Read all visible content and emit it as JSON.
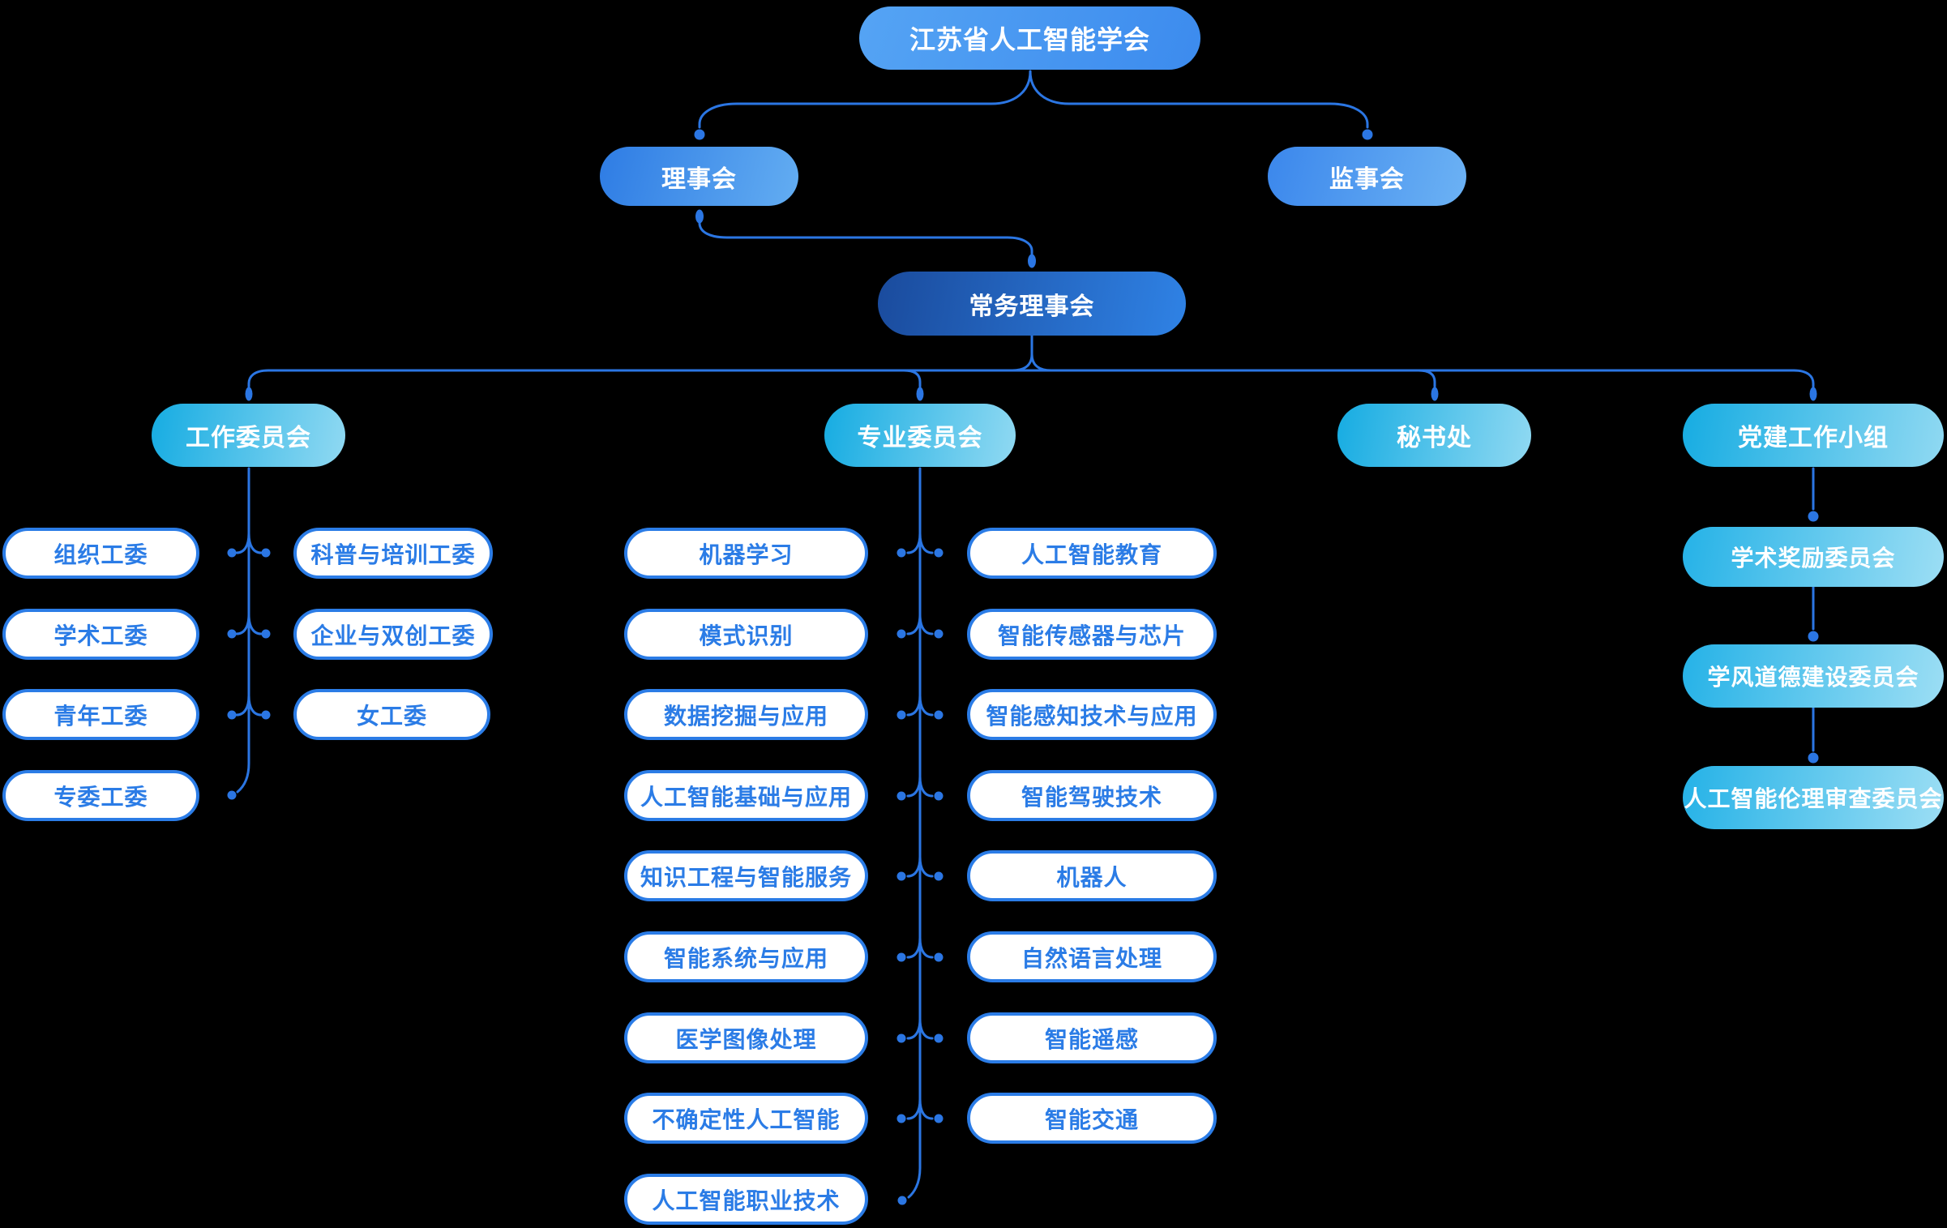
{
  "background": "#000000",
  "nodes": {
    "root": "江苏省人工智能学会",
    "board": "理事会",
    "supervisory_board": "监事会",
    "standing_board": "常务理事会",
    "working_committee": "工作委员会",
    "professional_committee": "专业委员会",
    "secretariat": "秘书处",
    "party_building_group": "党建工作小组"
  },
  "working_committee_children": [
    "组织工委",
    "科普与培训工委",
    "学术工委",
    "企业与双创工委",
    "青年工委",
    "女工委",
    "专委工委"
  ],
  "professional_committee_children_left": [
    "机器学习",
    "模式识别",
    "数据挖掘与应用",
    "人工智能基础与应用",
    "知识工程与智能服务",
    "智能系统与应用",
    "医学图像处理",
    "不确定性人工智能",
    "人工智能职业技术"
  ],
  "professional_committee_children_right": [
    "人工智能教育",
    "智能传感器与芯片",
    "智能感知技术与应用",
    "智能驾驶技术",
    "机器人",
    "自然语言处理",
    "智能遥感",
    "智能交通"
  ],
  "party_building_children": [
    "学术奖励委员会",
    "学风道德建设委员会",
    "人工智能伦理审查委员会"
  ],
  "colors": {
    "connector": "#2b76e3",
    "white_pill_border": "#2b7ce6",
    "white_pill_text": "#2b7ce6",
    "root_gradient": [
      "#55a4f4",
      "#3c8bee"
    ],
    "board_gradient": [
      "#2e7ce4",
      "#63adf2"
    ],
    "supervisory_gradient": [
      "#3b87ec",
      "#6cb2f4"
    ],
    "standing_gradient": [
      "#1a4b9d",
      "#2f82e5"
    ],
    "committee_gradient": [
      "#16ace2",
      "#90d9f2"
    ],
    "sub_committee_gradient": [
      "#25b2e7",
      "#9cdef4"
    ]
  }
}
